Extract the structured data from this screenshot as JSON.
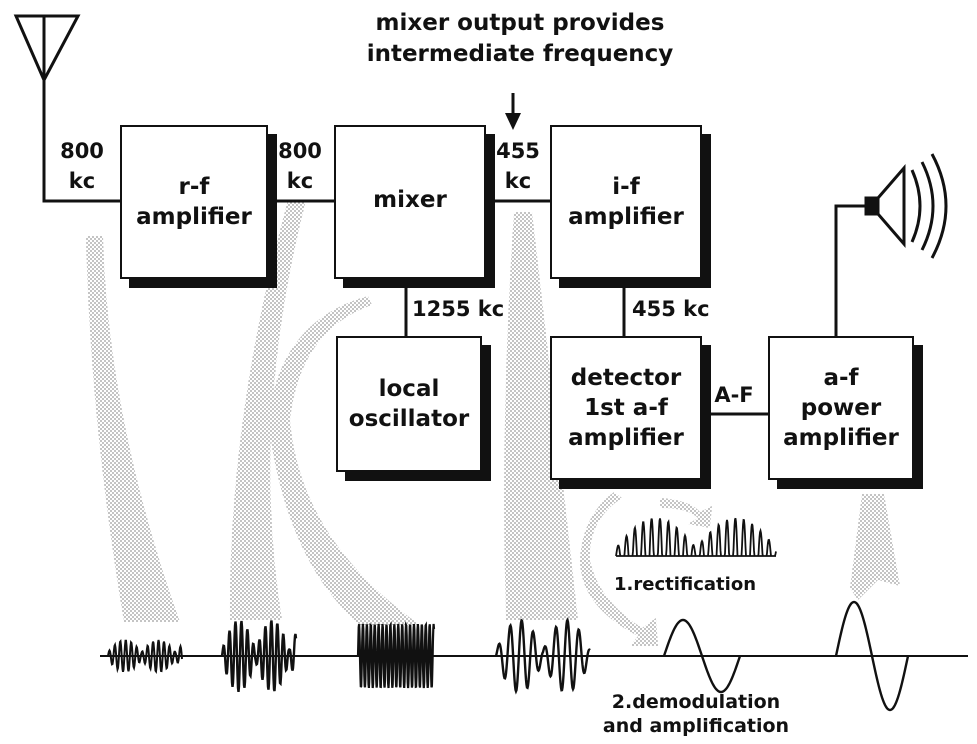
{
  "header": {
    "note": "mixer output provides\nintermediate frequency"
  },
  "blocks": {
    "rf_amplifier": "r-f\namplifier",
    "mixer": "mixer",
    "if_amplifier": "i-f\namplifier",
    "local_oscillator": "local\noscillator",
    "detector": "detector\n1st a-f\namplifier",
    "af_power_amplifier": "a-f\npower\namplifier"
  },
  "frequencies": {
    "antenna_input": "800\nkc",
    "rf_output": "800\nkc",
    "mixer_output": "455\nkc",
    "oscillator": "1255 kc",
    "if_output": "455 kc",
    "audio": "A-F"
  },
  "captions": {
    "rectification": "1.rectification",
    "demodulation": "2.demodulation\nand amplification"
  },
  "icons": {
    "antenna": "antenna-icon",
    "speaker": "speaker-icon"
  },
  "colors": {
    "ink": "#111111",
    "stipple": "#b8b8b8"
  }
}
